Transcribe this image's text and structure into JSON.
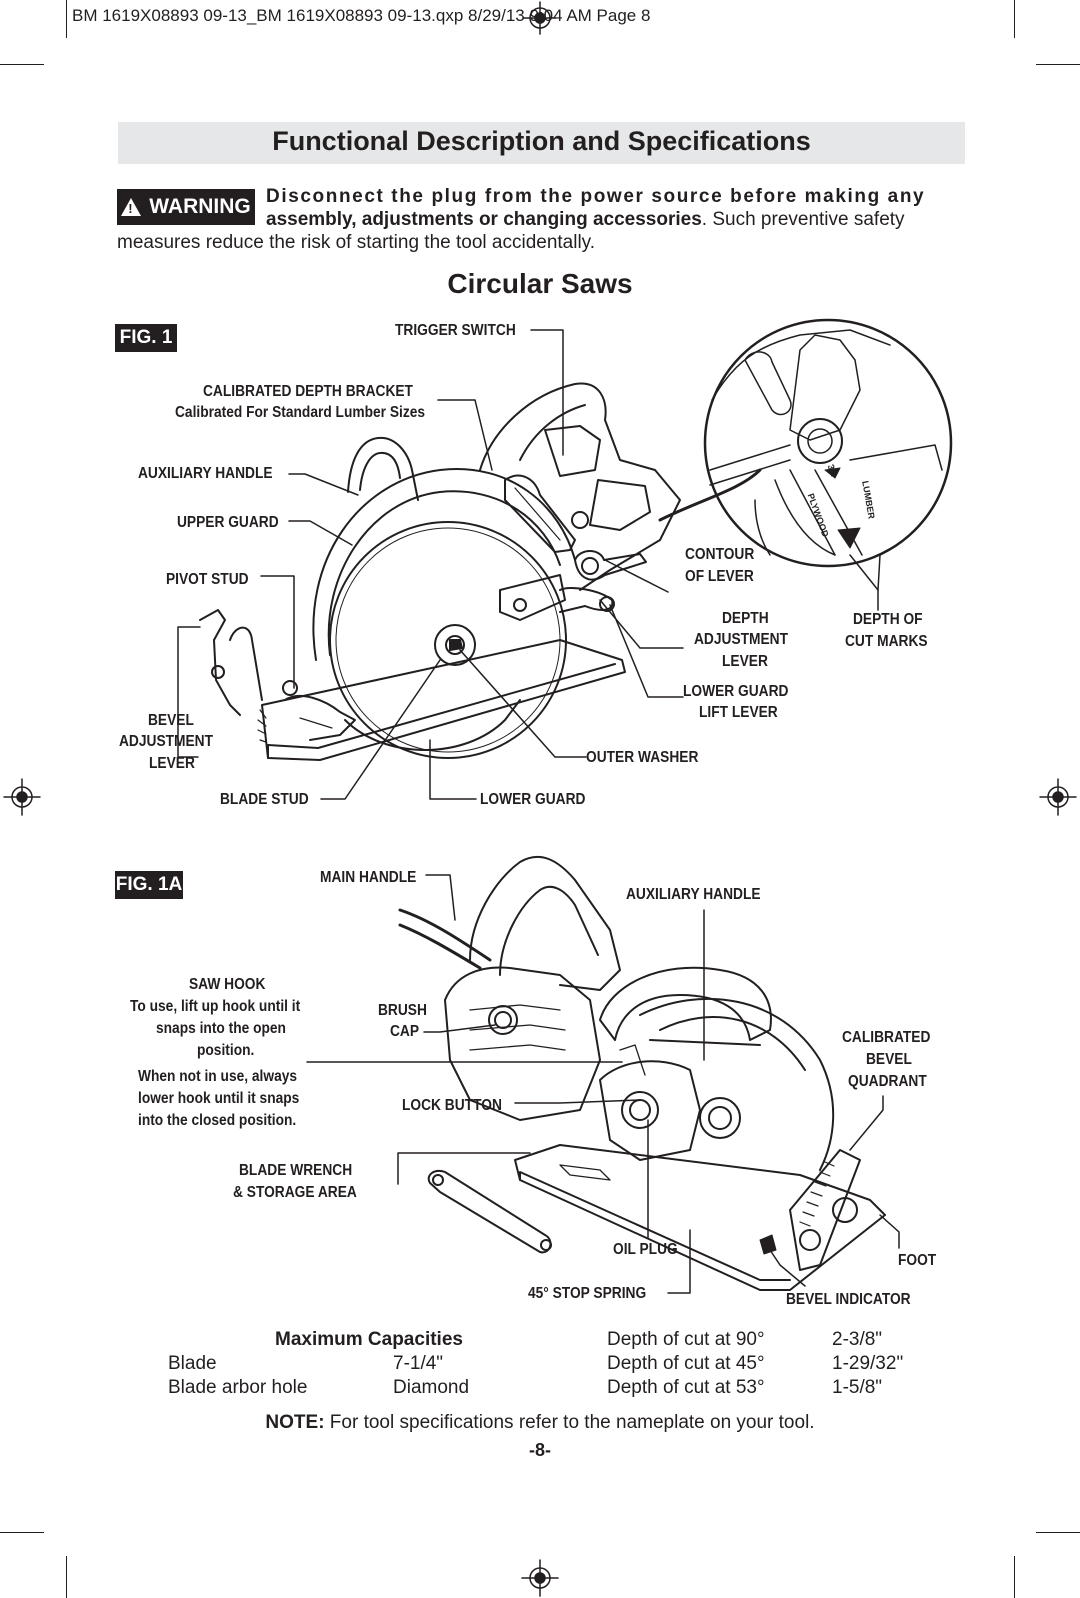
{
  "slug": "BM 1619X08893 09-13_BM 1619X08893 09-13.qxp  8/29/13  9:04 AM  Page 8",
  "page_title": "Functional Description and Specifications",
  "warning": {
    "badge": "WARNING",
    "line1": "Disconnect the plug from the power source before making any",
    "line2_bold": "assembly, adjustments or changing accessories",
    "line2_rest": ". Such preventive safety",
    "line3": "measures reduce the risk of starting the tool accidentally."
  },
  "section_title": "Circular Saws",
  "fig1": {
    "label": "FIG. 1",
    "callouts": {
      "trigger_switch": "TRIGGER SWITCH",
      "calibrated_depth_bracket": "CALIBRATED DEPTH BRACKET",
      "calibrated_depth_bracket_sub": "Calibrated For Standard Lumber Sizes",
      "auxiliary_handle": "AUXILIARY HANDLE",
      "upper_guard": "UPPER GUARD",
      "pivot_stud": "PIVOT STUD",
      "bevel_adjustment_lever_1": "BEVEL",
      "bevel_adjustment_lever_2": "ADJUSTMENT",
      "bevel_adjustment_lever_3": "LEVER",
      "blade_stud": "BLADE STUD",
      "lower_guard": "LOWER GUARD",
      "outer_washer": "OUTER WASHER",
      "contour_of_lever_1": "CONTOUR",
      "contour_of_lever_2": "OF LEVER",
      "depth_adjustment_lever_1": "DEPTH",
      "depth_adjustment_lever_2": "ADJUSTMENT",
      "depth_adjustment_lever_3": "LEVER",
      "depth_of_cut_marks_1": "DEPTH OF",
      "depth_of_cut_marks_2": "CUT MARKS",
      "lower_guard_lift_lever_1": "LOWER GUARD",
      "lower_guard_lift_lever_2": "LIFT LEVER"
    }
  },
  "fig1a": {
    "label": "FIG. 1A",
    "callouts": {
      "main_handle": "MAIN HANDLE",
      "auxiliary_handle": "AUXILIARY HANDLE",
      "saw_hook": "SAW HOOK",
      "saw_hook_1": "To use, lift up hook until it",
      "saw_hook_2": "snaps into the open",
      "saw_hook_3": "position.",
      "saw_hook_4": "When not in use, always",
      "saw_hook_5": "lower hook until it snaps",
      "saw_hook_6": "into the closed position.",
      "brush_cap_1": "BRUSH",
      "brush_cap_2": "CAP",
      "lock_button": "LOCK BUTTON",
      "calibrated_bevel_quadrant_1": "CALIBRATED",
      "calibrated_bevel_quadrant_2": "BEVEL",
      "calibrated_bevel_quadrant_3": "QUADRANT",
      "blade_wrench_1": "BLADE WRENCH",
      "blade_wrench_2": "& STORAGE AREA",
      "oil_plug": "OIL PLUG",
      "foot": "FOOT",
      "stop_spring": "45° STOP SPRING",
      "bevel_indicator": "BEVEL INDICATOR"
    }
  },
  "capacities": {
    "heading": "Maximum Capacities",
    "rows": [
      {
        "label": "Blade",
        "value": "7-1/4\""
      },
      {
        "label": "Blade arbor hole",
        "value": "Diamond"
      }
    ],
    "depth_rows": [
      {
        "label": "Depth of cut at 90°",
        "value": "2-3/8\""
      },
      {
        "label": "Depth of cut at 45°",
        "value": "1-29/32\""
      },
      {
        "label": "Depth of cut at 53°",
        "value": "1-5/8\""
      }
    ]
  },
  "note": {
    "bold": "NOTE:",
    "text": " For tool specifications refer to the nameplate on your tool."
  },
  "page_number": "-8-",
  "inset_marks": {
    "plywood": "PLYWOOD",
    "lumber": "LUMBER",
    "mark_3_4": "3/4"
  }
}
